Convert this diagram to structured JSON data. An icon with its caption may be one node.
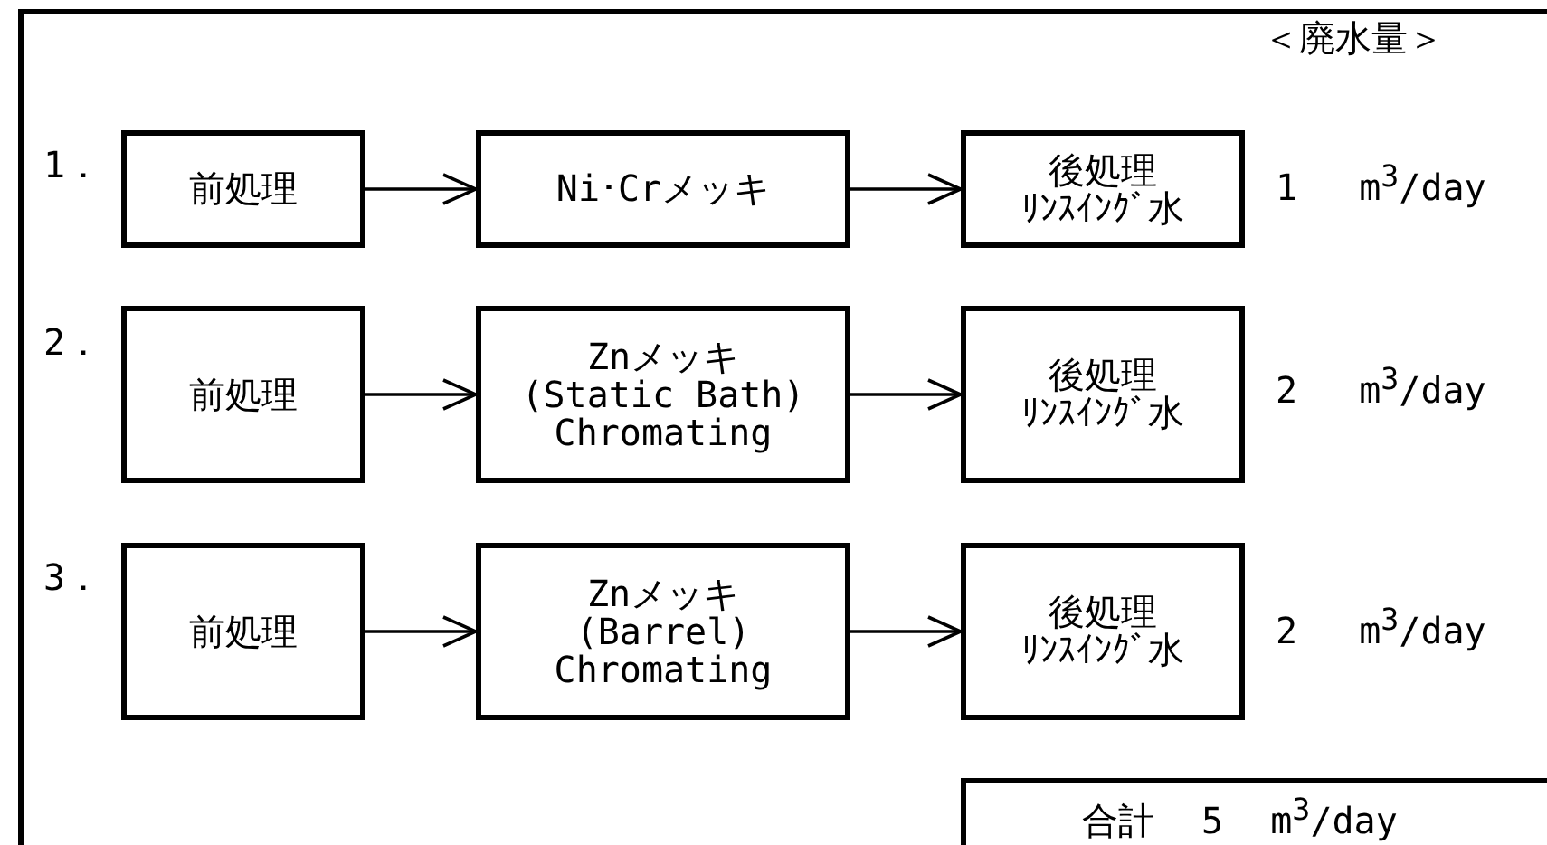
{
  "diagram": {
    "nodes": [
      {
        "text": [
          "前処理"
        ]
      },
      {
        "text": [
          "Ni･Crメッキ"
        ]
      },
      {
        "text": [
          "後処理",
          "ﾘﾝｽｲﾝｸﾞ水"
        ],
        "beside": [
          "1 m$^{3}$/day"
        ]
      },
      {
        "text": [
          "前処理"
        ]
      },
      {
        "text": [
          "Znメッキ",
          "(Static Bath)",
          "Chromating"
        ]
      },
      {
        "text": [
          "後処理",
          "ﾘﾝｽｲﾝｸﾞ水"
        ],
        "beside": [
          "2 m$^{3}$/day"
        ]
      },
      {
        "text": [
          "前処理"
        ]
      },
      {
        "text": [
          "Znメッキ",
          "(Barrel)",
          "Chromating"
        ]
      },
      {
        "text": [
          "後処理",
          "ﾘﾝｽｲﾝｸﾞ水"
        ],
        "beside": [
          "2 m$^{3}$/day"
        ]
      },
      {
        "text": [
          "合計 5 m$^{3}$/day"
        ]
      }
    ],
    "edges": [
      {
        "from": 0,
        "to": 1,
        "arrow": "to"
      },
      {
        "from": 1,
        "to": 2,
        "arrow": "to"
      },
      {
        "from": 3,
        "to": 4,
        "arrow": "to"
      },
      {
        "from": 4,
        "to": 5,
        "arrow": "to"
      },
      {
        "from": 6,
        "to": 7,
        "arrow": "to"
      },
      {
        "from": 7,
        "to": 8,
        "arrow": "to"
      }
    ],
    "labels": [
      "＜廃水量＞",
      "1．",
      "2．",
      "3．"
    ]
  }
}
